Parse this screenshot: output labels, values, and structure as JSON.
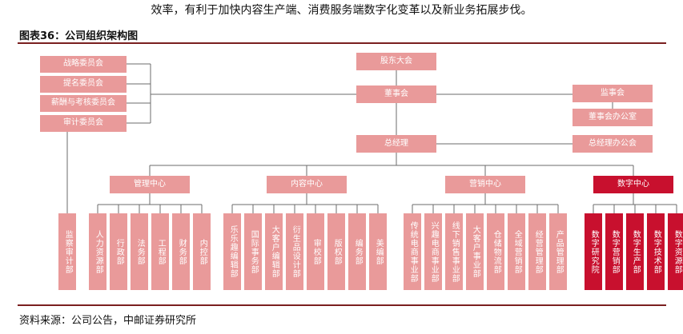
{
  "intro_text": "效率，有利于加快内容生产端、消费服务端数字化变革以及新业务拓展步伐。",
  "figure_title": "图表36：公司组织架构图",
  "source_text": "资料来源：公司公告，中邮证券研究所",
  "colors": {
    "box": "#e99a9a",
    "digital": "#c8102e",
    "line": "#6b6b6b",
    "rule": "#7a1f1f"
  },
  "committees": [
    "战略委员会",
    "提名委员会",
    "薪酬与考核委员会",
    "审计委员会"
  ],
  "audit_dept": "监察审计部",
  "top": {
    "shareholders": "股东大会",
    "board": "董事会",
    "supervisory": "监事会",
    "board_office": "董事会办公室",
    "gm": "总经理",
    "gm_office": "总经理办公会"
  },
  "centers": [
    {
      "name": "管理中心",
      "depts": [
        "人力资源部",
        "行政部",
        "法务部",
        "工程部",
        "财务部",
        "内控部"
      ]
    },
    {
      "name": "内容中心",
      "depts": [
        "乐乐趣编辑部",
        "国际事务部",
        "大客户编辑部",
        "衍生品设计部",
        "审校部",
        "版权部",
        "编务部",
        "美编部"
      ]
    },
    {
      "name": "营销中心",
      "depts": [
        "传统电商事业部",
        "兴趣电商事业部",
        "线下销售事业部",
        "大客户事业部",
        "仓储物流部",
        "全域营销部",
        "经营管理部",
        "产品管理部"
      ]
    },
    {
      "name": "数字中心",
      "depts": [
        "数字研究院",
        "数字营销部",
        "数字生产部",
        "数字技术部",
        "数字资源部"
      ]
    }
  ]
}
